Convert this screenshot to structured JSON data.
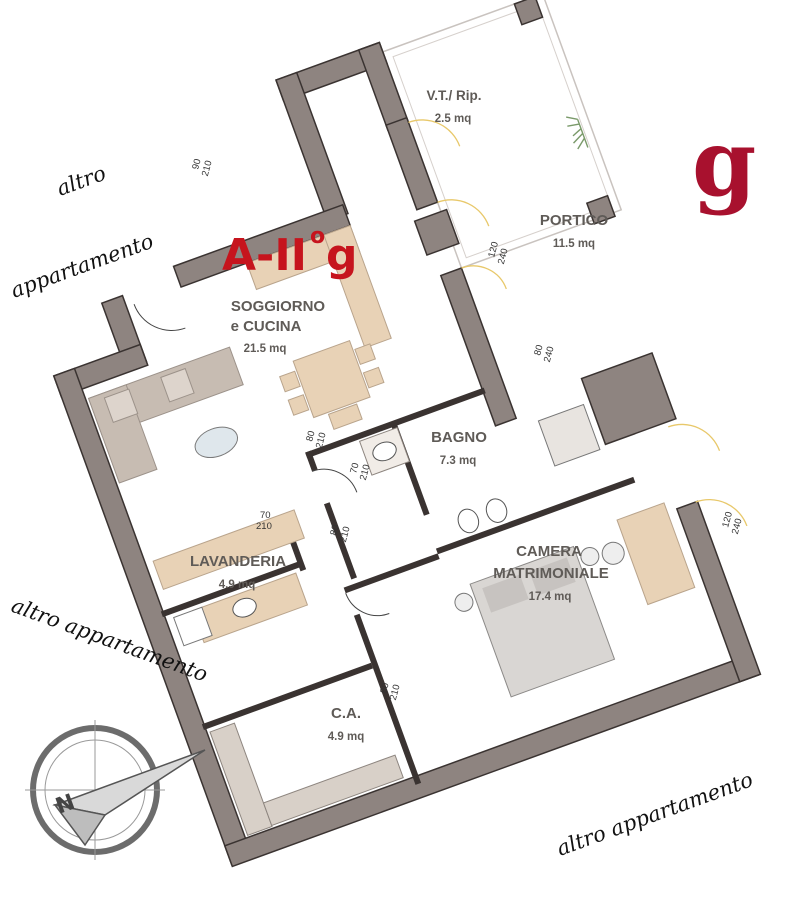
{
  "unit": {
    "code": "A-II",
    "superscript": "o",
    "suffix": "g"
  },
  "logo": {
    "letter": "g",
    "color": "#a8112e"
  },
  "colors": {
    "wall": "#8e8480",
    "wall_edge": "#3a3331",
    "floor": "#ffffff",
    "wood": "#e8d2b6",
    "accent": "#c6141d",
    "door_arc": "#e8c86a"
  },
  "rooms": {
    "soggiorno": {
      "name_line1": "SOGGIORNO",
      "name_line2": "e CUCINA",
      "area": "21.5 mq"
    },
    "bagno": {
      "name": "BAGNO",
      "area": "7.3 mq"
    },
    "lavanderia": {
      "name": "LAVANDERIA",
      "area": "4.9 mq"
    },
    "camera": {
      "name_line1": "CAMERA",
      "name_line2": "MATRIMONIALE",
      "area": "17.4 mq"
    },
    "ca": {
      "name": "C.A.",
      "area": "4.9 mq"
    },
    "portico": {
      "name": "PORTICO",
      "area": "11.5 mq"
    },
    "vt": {
      "name": "V.T./ Rip.",
      "area": "2.5 mq"
    }
  },
  "neighbors": {
    "top_left_1": "altro",
    "top_left_2": "appartamento",
    "middle_left": "altro appartamento",
    "bottom_right": "altro appartamento"
  },
  "doors": {
    "entrance": {
      "w": "90",
      "h": "210"
    },
    "bagno": {
      "w": "70",
      "h": "210"
    },
    "disimpegno": {
      "w": "80",
      "h": "210"
    },
    "lavanderia": {
      "w": "70",
      "h": "210"
    },
    "lavanderia_2": {
      "w": "80",
      "h": "210"
    },
    "ca": {
      "w": "80",
      "h": "210"
    },
    "portico_1": {
      "w": "120",
      "h": "240"
    },
    "portico_2": {
      "w": "80",
      "h": "240"
    },
    "camera_window": {
      "w": "120",
      "h": "240"
    }
  },
  "compass": {
    "icon": "compass-north-icon"
  }
}
